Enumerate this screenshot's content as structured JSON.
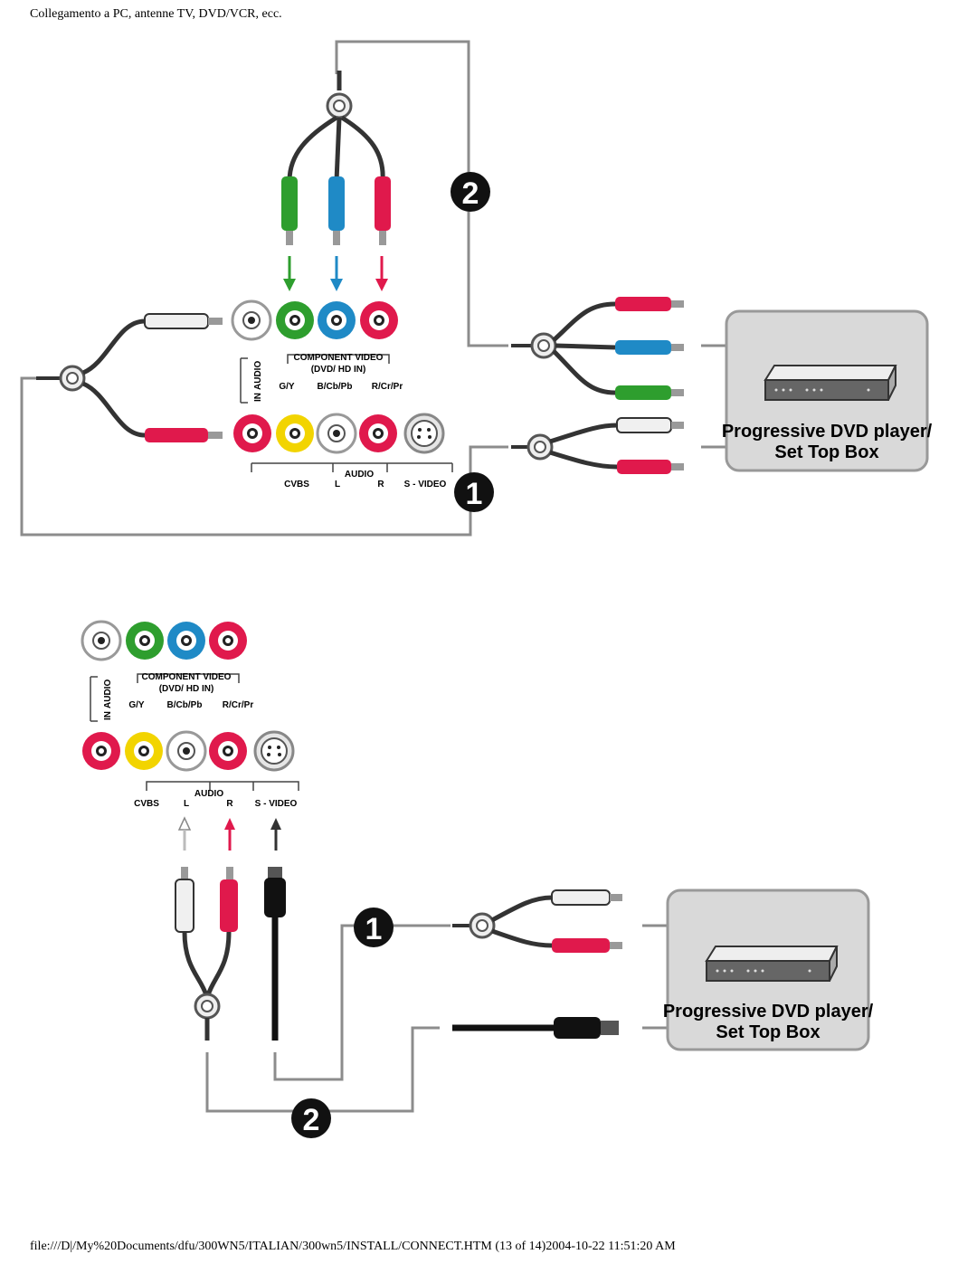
{
  "page": {
    "header": "Collegamento a PC, antenne TV, DVD/VCR, ecc.",
    "footer": "file:///D|/My%20Documents/dfu/300WN5/ITALIAN/300wn5/INSTALL/CONNECT.HTM (13 of 14)2004-10-22 11:51:20 AM"
  },
  "labels": {
    "component_video": "COMPONENT VIDEO",
    "dvd_hd_in": "(DVD/ HD IN)",
    "gy": "G/Y",
    "bcbpb": "B/Cb/Pb",
    "rcrpr": "R/Cr/Pr",
    "cvbs": "CVBS",
    "audio": "AUDIO",
    "l": "L",
    "r": "R",
    "svideo": "S - VIDEO",
    "audio_vertical": "AUDIO",
    "in_vertical": "IN"
  },
  "device": {
    "line1": "Progressive DVD player/",
    "line2": "Set Top Box"
  },
  "steps": {
    "one": "1",
    "two": "2"
  },
  "colors": {
    "green": "#2e9e2e",
    "blue": "#1f8ac6",
    "red": "#e0194c",
    "yellow": "#f2d400",
    "white": "#ffffff",
    "gray_line": "#8c8c8c",
    "panel_bg": "#d9d9d9"
  }
}
